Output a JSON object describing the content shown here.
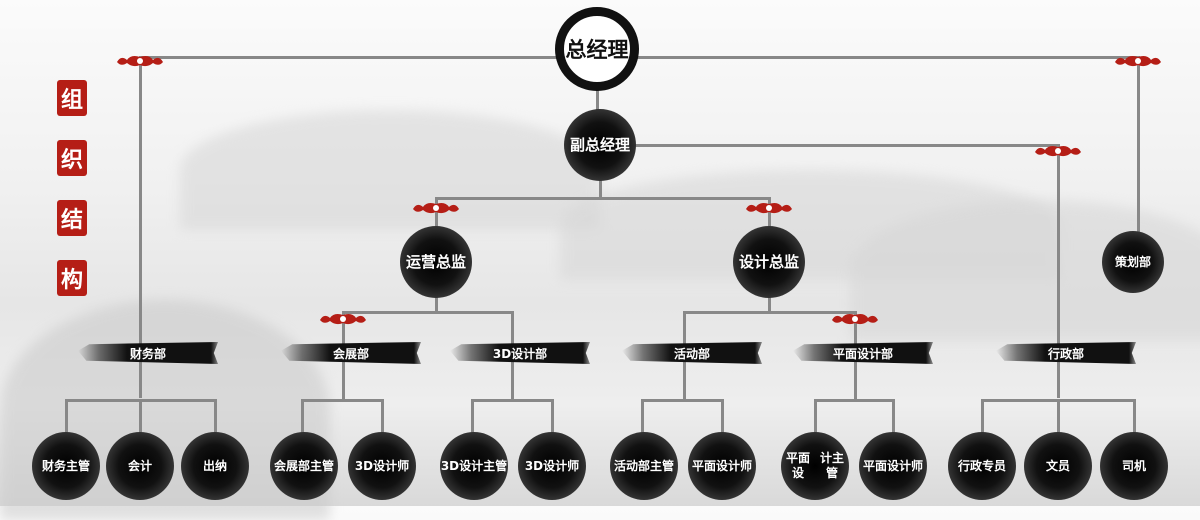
{
  "title_seals": [
    "组",
    "织",
    "结",
    "构"
  ],
  "ceo": "总经理",
  "vice": [
    "副总",
    "经理"
  ],
  "directors": [
    {
      "lines": [
        "运营",
        "总监"
      ]
    },
    {
      "lines": [
        "设计",
        "总监"
      ]
    }
  ],
  "planning": [
    "策划",
    "部"
  ],
  "departments": [
    "财务部",
    "会展部",
    "3D设计部",
    "活动部",
    "平面设计部",
    "行政部"
  ],
  "roles": [
    [
      "财务",
      "主管"
    ],
    [
      "会计"
    ],
    [
      "出纳"
    ],
    [
      "会展部",
      "主管"
    ],
    [
      "3D设",
      "计师"
    ],
    [
      "3D设计",
      "主管"
    ],
    [
      "3D设",
      "计师"
    ],
    [
      "活动部",
      "主管"
    ],
    [
      "平面设",
      "计师"
    ],
    [
      "平面设",
      "计主管"
    ],
    [
      "平面设",
      "计师"
    ],
    [
      "行政",
      "专员"
    ],
    [
      "文员"
    ],
    [
      "司机"
    ]
  ],
  "colors": {
    "line": "#888888",
    "seal": "#b51e16",
    "ink": "#111111"
  }
}
